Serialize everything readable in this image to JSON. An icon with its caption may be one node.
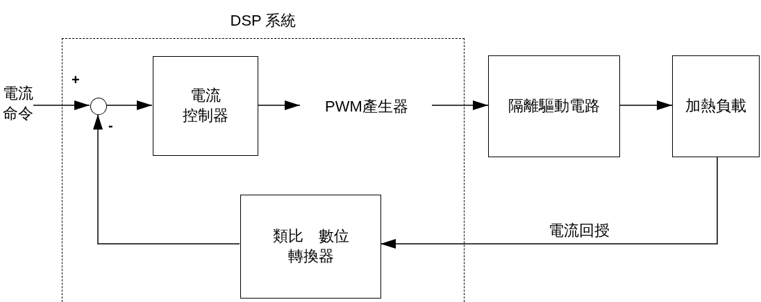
{
  "diagram": {
    "nodes": [
      {
        "text": [
          "DSP 系統"
        ]
      },
      {
        "text": [
          "電流命令"
        ]
      },
      {
        "text": [],
        "shape": "circle",
        "in": 0
      },
      {
        "text": [
          "電流控制器"
        ],
        "in": 0
      },
      {
        "text": [
          "PWM產生器"
        ],
        "in": 0
      },
      {
        "text": [
          "隔離驅動電路"
        ]
      },
      {
        "text": [
          "加熱負載"
        ]
      },
      {
        "text": [
          "類比　數位轉換器"
        ],
        "in": 0
      }
    ],
    "edges": [
      {
        "from": 1,
        "to": 2,
        "arrow": "to"
      },
      {
        "from": 2,
        "to": 3,
        "arrow": "to"
      },
      {
        "from": 3,
        "to": 4,
        "arrow": "to"
      },
      {
        "from": 4,
        "to": 5,
        "arrow": "to"
      },
      {
        "from": 5,
        "to": 6,
        "arrow": "to"
      },
      {
        "from": 6,
        "to": 7,
        "arrow": "to",
        "label": "電流回授"
      },
      {
        "from": 7,
        "to": 2,
        "arrow": "to"
      }
    ],
    "labels": [
      "+",
      "-"
    ]
  }
}
